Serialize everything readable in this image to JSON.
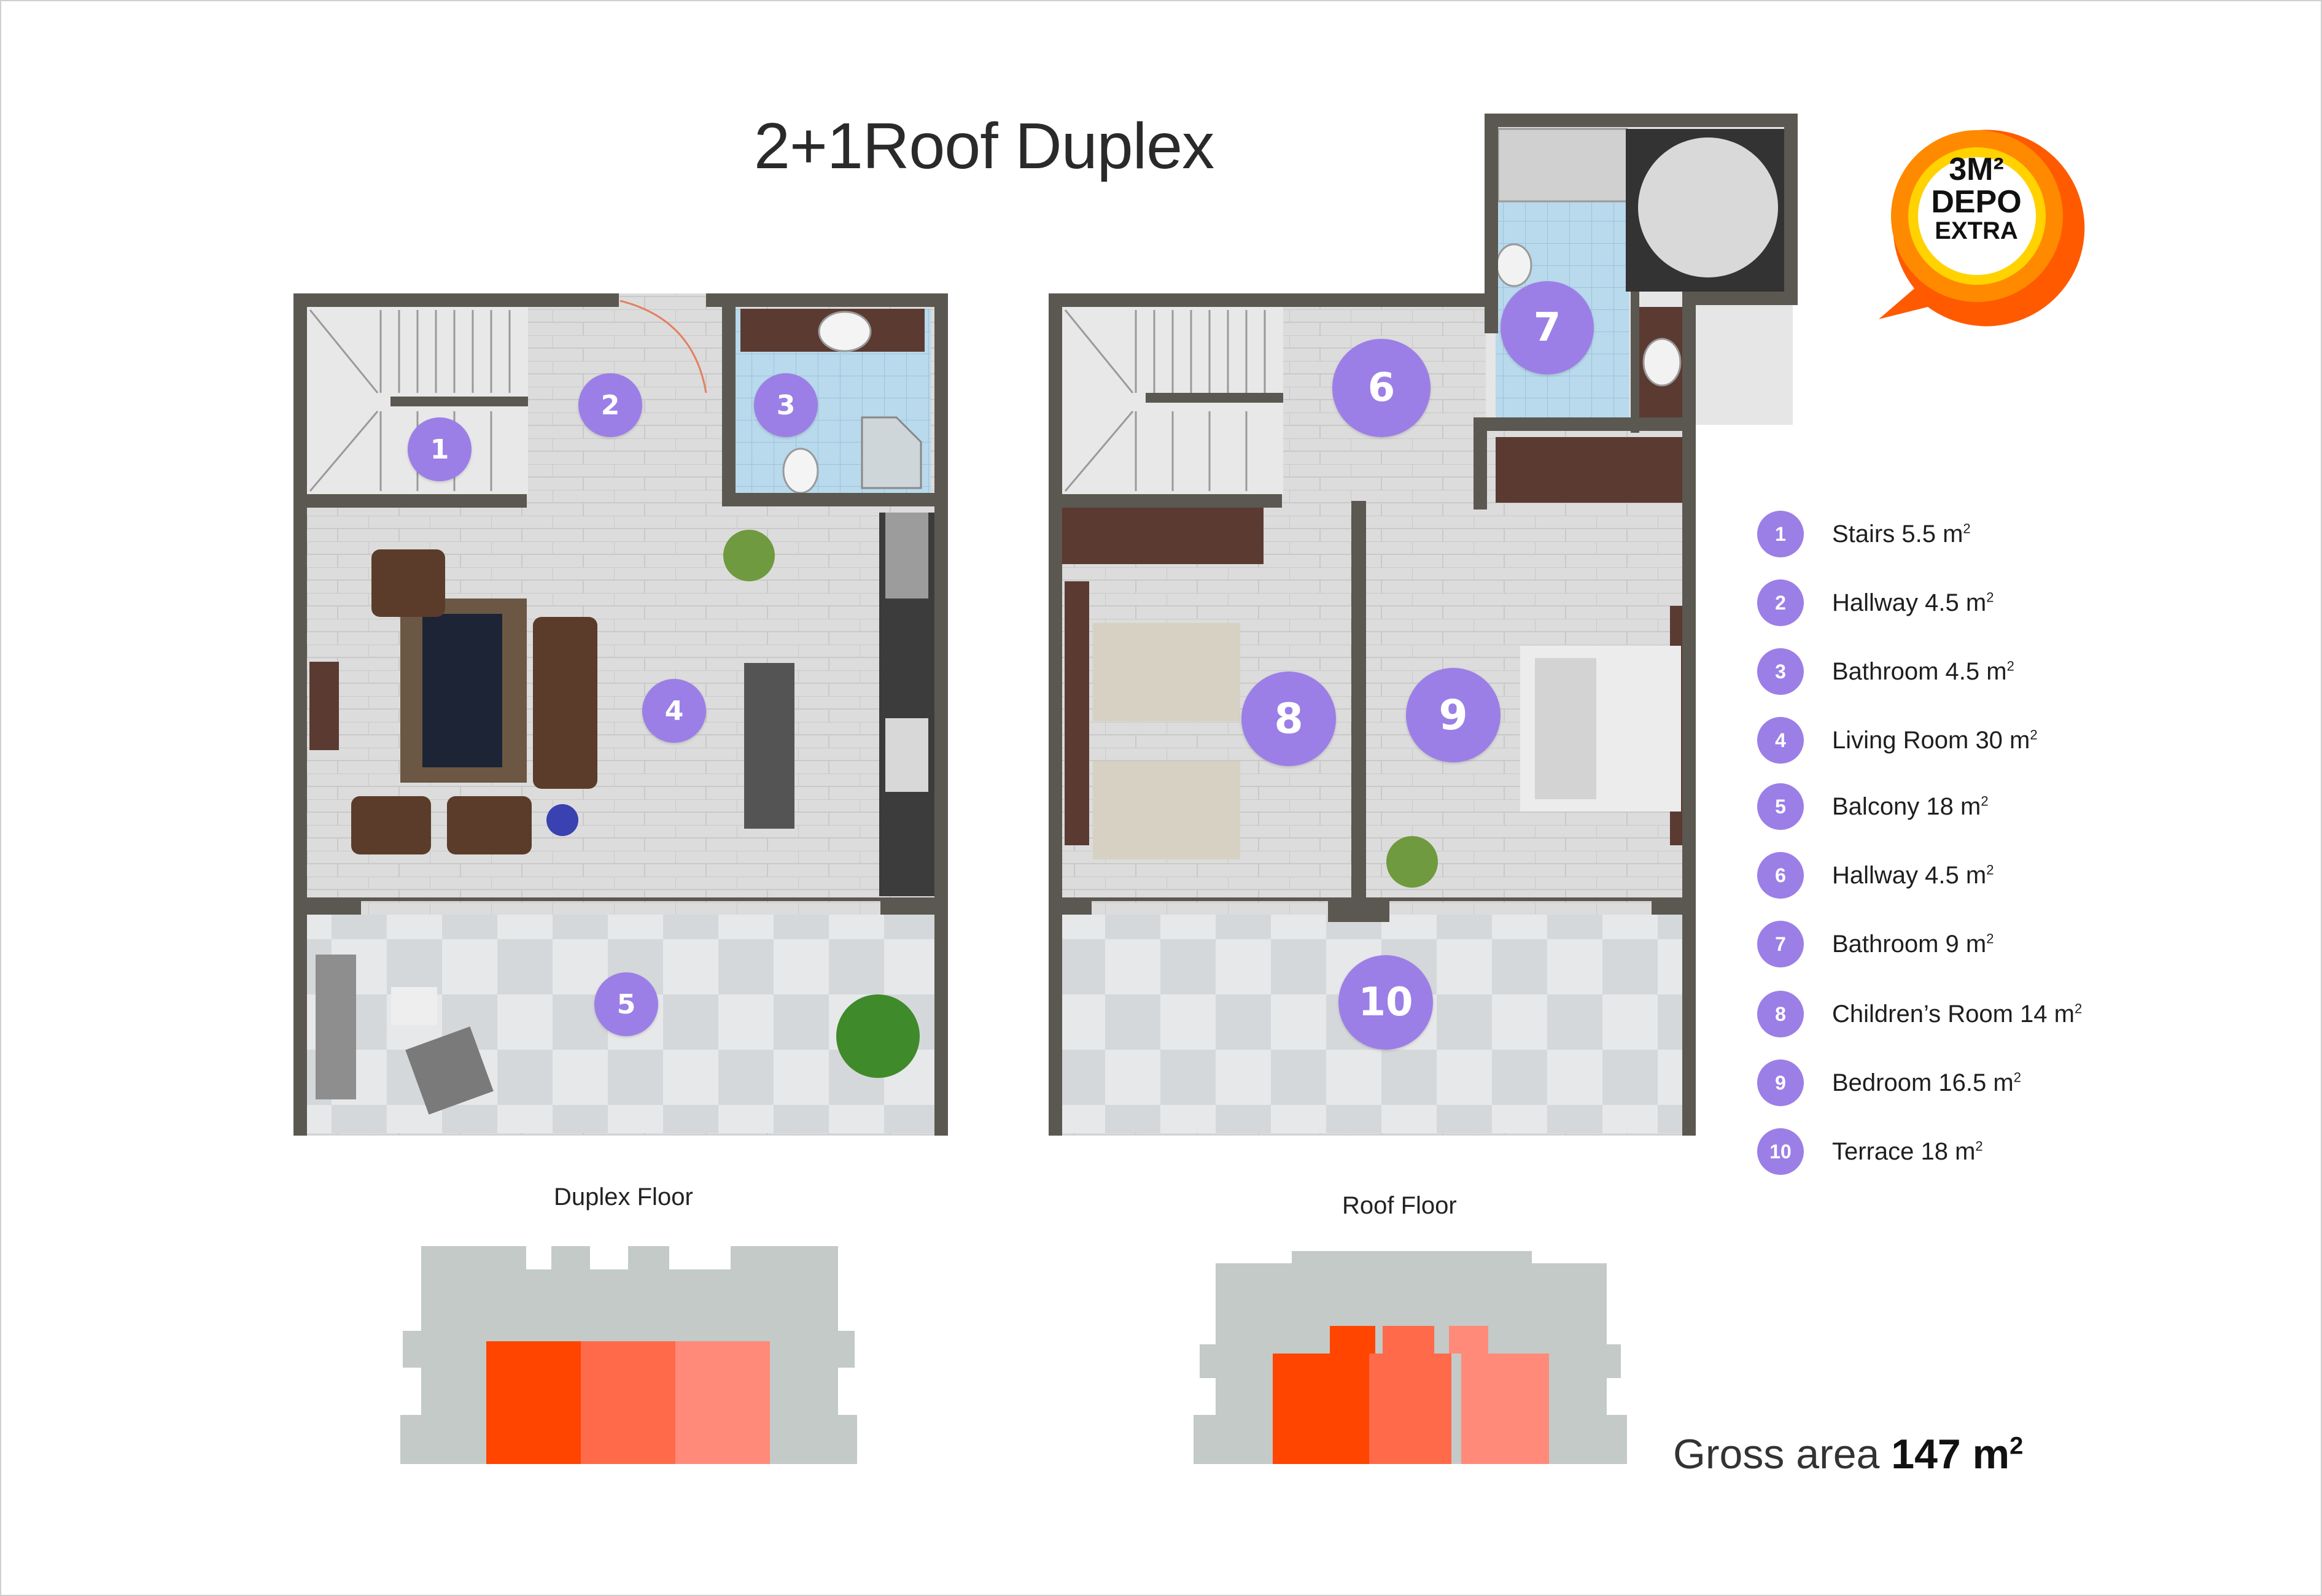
{
  "title": "2+1Roof Duplex",
  "badge": {
    "line1": "3M²",
    "line2": "DEPO",
    "line3": "EXTRA",
    "colors": [
      "#ffd200",
      "#ff8a00",
      "#ff5a00"
    ]
  },
  "floors": [
    {
      "label": "Duplex Floor"
    },
    {
      "label": "Roof Floor"
    }
  ],
  "markers": [
    "1",
    "2",
    "3",
    "4",
    "5",
    "6",
    "7",
    "8",
    "9",
    "10"
  ],
  "legend": [
    {
      "num": "1",
      "name": "Stairs 5.5 m",
      "sup": "2"
    },
    {
      "num": "2",
      "name": "Hallway 4.5 m",
      "sup": "2"
    },
    {
      "num": "3",
      "name": "Bathroom 4.5 m",
      "sup": "2"
    },
    {
      "num": "4",
      "name": "Living Room 30 m",
      "sup": "2"
    },
    {
      "num": "5",
      "name": "Balcony 18 m",
      "sup": "2"
    },
    {
      "num": "6",
      "name": "Hallway 4.5 m",
      "sup": "2"
    },
    {
      "num": "7",
      "name": "Bathroom 9 m",
      "sup": "2"
    },
    {
      "num": "8",
      "name": "Children’s Room  14 m",
      "sup": "2"
    },
    {
      "num": "9",
      "name": "Bedroom 16.5 m",
      "sup": "2"
    },
    {
      "num": "10",
      "name": "Terrace 18 m",
      "sup": "2"
    }
  ],
  "gross": {
    "prefix": "Gross area ",
    "value": "147 m",
    "sup": "2"
  },
  "colors": {
    "marker": "#9b7fe6",
    "wall": "#5a5850",
    "floor": "#dcdcdc",
    "accent_dark": "#ff4500",
    "accent_mid": "#ff6a4a",
    "accent_light": "#ff8a7a",
    "building": "#c3cac7"
  }
}
